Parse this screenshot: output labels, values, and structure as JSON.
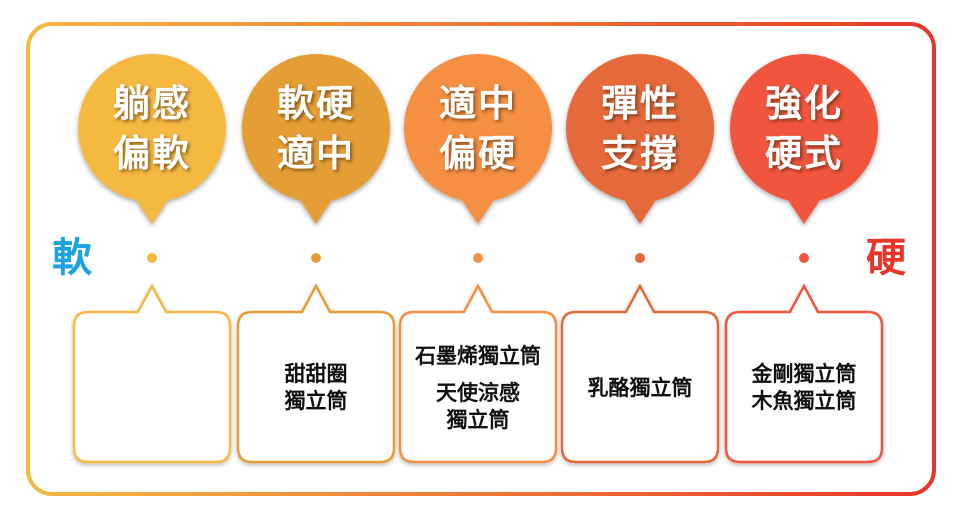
{
  "axis": {
    "left_label": "軟",
    "right_label": "硬",
    "left_color": "#1aa3e0",
    "right_color": "#e8352a",
    "line_color_start": "#f5b942",
    "line_color_end": "#e8352a"
  },
  "frame": {
    "color_start": "#f5b942",
    "color_end": "#e8352a"
  },
  "levels": [
    {
      "label": [
        "躺感",
        "偏軟"
      ],
      "color": "#f5b942",
      "products": []
    },
    {
      "label": [
        "軟硬",
        "適中"
      ],
      "color": "#e59e35",
      "products": [
        [
          "甜甜圈",
          "獨立筒"
        ]
      ]
    },
    {
      "label": [
        "適中",
        "偏硬"
      ],
      "color": "#f58f43",
      "products": [
        [
          "石墨烯獨立筒"
        ],
        [
          "天使涼感",
          "獨立筒"
        ]
      ]
    },
    {
      "label": [
        "彈性",
        "支撐"
      ],
      "color": "#e5693a",
      "products": [
        [
          "乳酪獨立筒"
        ]
      ]
    },
    {
      "label": [
        "強化",
        "硬式"
      ],
      "color": "#f1553c",
      "products": [
        [
          "金剛獨立筒",
          "木魚獨立筒"
        ]
      ]
    }
  ]
}
